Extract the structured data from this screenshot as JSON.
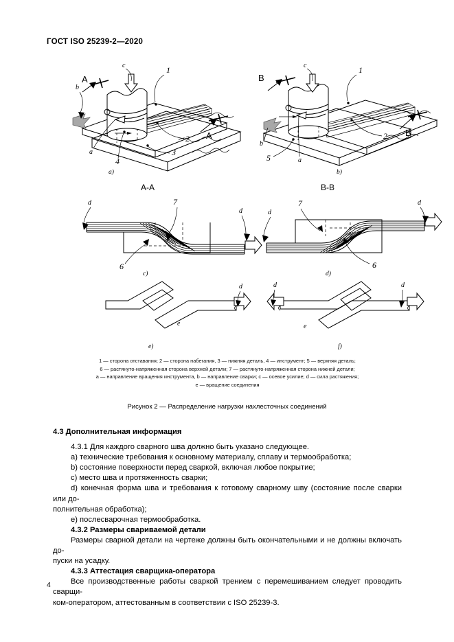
{
  "document": {
    "header": "ГОСТ ISO 25239-2—2020",
    "page_number": "4"
  },
  "figure": {
    "caption": "Рисунок 2 — Распределение нагрузки нахлесточных соединений",
    "section_titles": {
      "aa": "А-А",
      "bb": "В-В"
    },
    "subcaptions": {
      "a": "а)",
      "b": "b)",
      "c": "c)",
      "d": "d)",
      "e": "e)",
      "f": "f)"
    },
    "callouts": {
      "one": "1",
      "two": "2",
      "three": "3",
      "four": "4",
      "five": "5",
      "six": "6",
      "seven": "7",
      "a": "a",
      "b": "b",
      "c": "c",
      "d": "d",
      "e": "e",
      "section_a": "A",
      "section_b": "B"
    },
    "legend": [
      "1 — сторона отставания; 2 — сторона набегания, 3 — нижняя деталь, 4 — инструмент; 5 — верхняя деталь;",
      "6 — растянуто-напряженная сторона верхней детали; 7 — растянуто-напряженная сторона нижней детали;",
      "a — направление вращения инструмента, b — направление сварки; c — осевое усилие; d — сила растяжения;",
      "e — вращение соединения"
    ]
  },
  "content": {
    "heading_4_3": "4.3 Дополнительная информация",
    "para_4_3_1": "4.3.1 Для каждого сварного шва должно быть указано следующее.",
    "list": [
      "a)  технические требования к основному материалу, сплаву и термообработка;",
      "b)  состояние поверхности перед сваркой, включая любое покрытие;",
      "c)  место шва и протяженность сварки;",
      "d)  конечная форма шва и требования к готовому сварному шву (состояние после сварки или до-",
      "полнительная обработка);",
      "e)  послесварочная термообработка."
    ],
    "heading_4_3_2": "4.3.2 Размеры свариваемой детали",
    "para_4_3_2": "Размеры сварной детали на чертеже должны быть окончательными и не должны включать до-",
    "para_4_3_2_cont": "пуски на усадку.",
    "heading_4_3_3": "4.3.3 Аттестация сварщика-оператора",
    "para_4_3_3": "Все производственные работы сваркой трением с перемешиванием следует проводить сварщи-",
    "para_4_3_3_cont": "ком-оператором, аттестованным в соответствии с ISO 25239-3."
  }
}
